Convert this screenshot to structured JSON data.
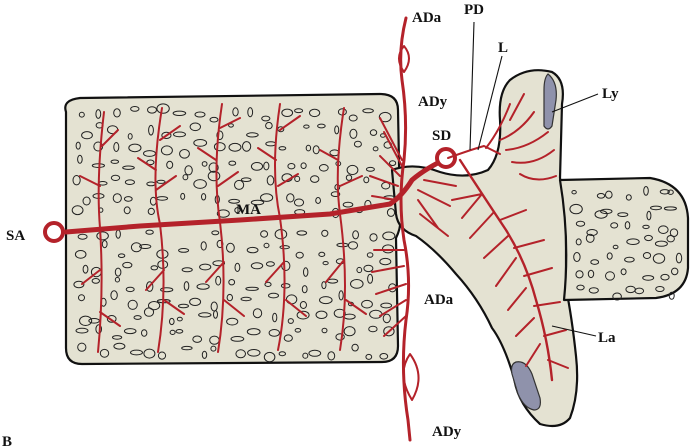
{
  "labels": {
    "ada_top": "ADa",
    "pd": "PD",
    "l": "L",
    "ly": "Ly",
    "ady_top": "ADy",
    "sd": "SD",
    "ma": "MA",
    "sa": "SA",
    "ada_bottom": "ADa",
    "la": "La",
    "ady_bottom": "ADy",
    "corner": "B"
  },
  "colors": {
    "artery": "#b4222a",
    "bone": "#e4e2d2",
    "outline": "#111111",
    "ligament": "#8f92ab"
  }
}
